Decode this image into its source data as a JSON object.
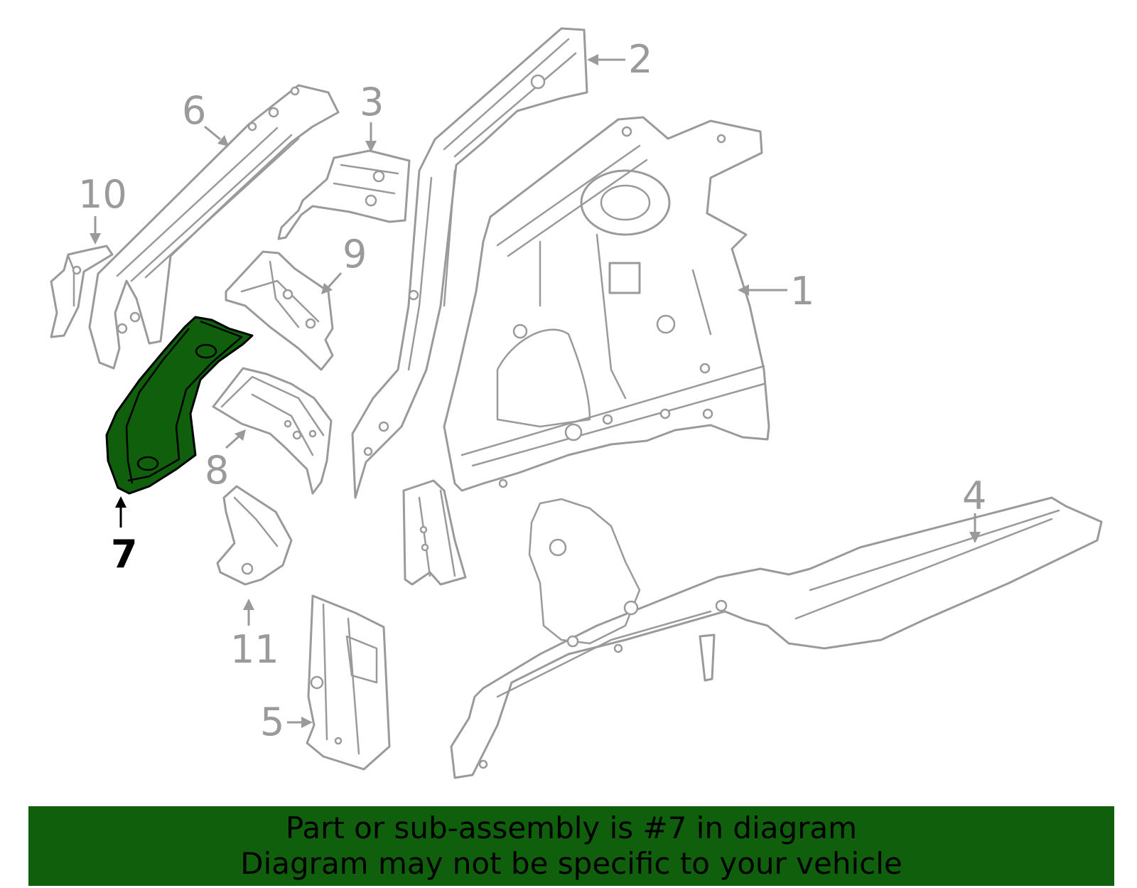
{
  "colors": {
    "highlight": "#0f5f0d",
    "banner": "#0f5f0d",
    "outline": "#9a9a9a"
  },
  "diagram": {
    "highlighted_part": "7",
    "callouts": [
      {
        "id": "1",
        "label": "1"
      },
      {
        "id": "2",
        "label": "2"
      },
      {
        "id": "3",
        "label": "3"
      },
      {
        "id": "4",
        "label": "4"
      },
      {
        "id": "5",
        "label": "5"
      },
      {
        "id": "6",
        "label": "6"
      },
      {
        "id": "7",
        "label": "7"
      },
      {
        "id": "8",
        "label": "8"
      },
      {
        "id": "9",
        "label": "9"
      },
      {
        "id": "10",
        "label": "10"
      },
      {
        "id": "11",
        "label": "11"
      }
    ]
  },
  "banner": {
    "line1": "Part or sub-assembly is #7 in diagram",
    "line2": "Diagram may not be specific to your vehicle"
  }
}
